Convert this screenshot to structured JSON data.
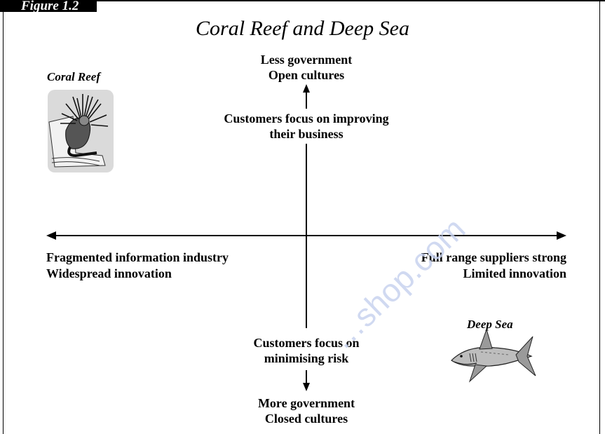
{
  "figure_tag": "Figure 1.2",
  "title": "Coral Reef and Deep Sea",
  "quadrant_labels": {
    "top_left": "Coral Reef",
    "bottom_right": "Deep Sea"
  },
  "axis": {
    "top": {
      "line1": "Less government",
      "line2": "Open cultures",
      "detail_line1": "Customers focus on improving",
      "detail_line2": "their business"
    },
    "bottom": {
      "detail_line1": "Customers focus on",
      "detail_line2": "minimising risk",
      "line1": "More government",
      "line2": "Closed cultures"
    },
    "left": {
      "line1": "Fragmented information industry",
      "line2": "Widespread innovation"
    },
    "right": {
      "line1": "Full range suppliers strong",
      "line2": "Limited innovation"
    }
  },
  "watermark": "…shop.com",
  "icons": {
    "coral": "sea-anemone-icon",
    "shark": "shark-icon"
  }
}
